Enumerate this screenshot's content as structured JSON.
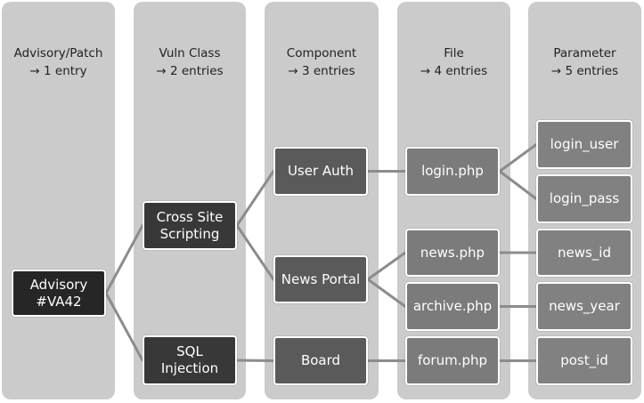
{
  "columns": [
    {
      "name": "Advisory/Patch",
      "count": "→ 1 entry"
    },
    {
      "name": "Vuln Class",
      "count": "→ 2 entries"
    },
    {
      "name": "Component",
      "count": "→ 3 entries"
    },
    {
      "name": "File",
      "count": "→ 4 entries"
    },
    {
      "name": "Parameter",
      "count": "→ 5 entries"
    }
  ],
  "nodes": {
    "advisory": {
      "line1": "Advisory",
      "line2": "#VA42"
    },
    "xss": {
      "line1": "Cross Site",
      "line2": "Scripting"
    },
    "sqli": {
      "line1": "SQL",
      "line2": "Injection"
    },
    "user_auth": "User Auth",
    "news_portal": "News Portal",
    "board": "Board",
    "login_php": "login.php",
    "news_php": "news.php",
    "archive_php": "archive.php",
    "forum_php": "forum.php",
    "login_user": "login_user",
    "login_pass": "login_pass",
    "news_id": "news_id",
    "news_year": "news_year",
    "post_id": "post_id"
  },
  "edges": [
    [
      "advisory",
      "xss"
    ],
    [
      "advisory",
      "sqli"
    ],
    [
      "xss",
      "user_auth"
    ],
    [
      "xss",
      "news_portal"
    ],
    [
      "sqli",
      "board"
    ],
    [
      "user_auth",
      "login_php"
    ],
    [
      "news_portal",
      "news_php"
    ],
    [
      "news_portal",
      "archive_php"
    ],
    [
      "board",
      "forum_php"
    ],
    [
      "login_php",
      "login_user"
    ],
    [
      "login_php",
      "login_pass"
    ],
    [
      "news_php",
      "news_id"
    ],
    [
      "archive_php",
      "news_year"
    ],
    [
      "forum_php",
      "post_id"
    ]
  ]
}
